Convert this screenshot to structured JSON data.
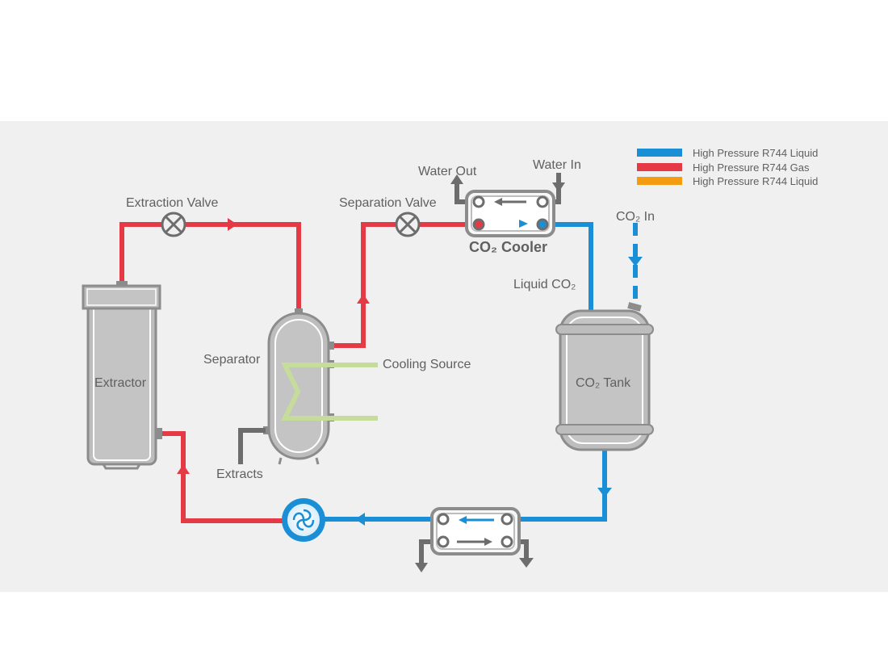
{
  "colors": {
    "liquid": "#1b8fd6",
    "gas": "#e63946",
    "liquid_alt": "#f39c12",
    "cooling": "#c6dc9a",
    "grey_pipe": "#6d6d6d",
    "vessel": "#bdbdbd",
    "panel": "#f0f0f0"
  },
  "legend": [
    {
      "label": "High Pressure R744 Liquid",
      "color": "#1b8fd6"
    },
    {
      "label": "High Pressure R744 Gas",
      "color": "#e63946"
    },
    {
      "label": "High Pressure R744 Liquid",
      "color": "#f39c12"
    }
  ],
  "labels": {
    "extraction_valve": "Extraction Valve",
    "separation_valve": "Separation Valve",
    "water_out": "Water Out",
    "water_in": "Water In",
    "co2_cooler": "CO₂ Cooler",
    "co2_in": "CO₂ In",
    "liquid_co2": "Liquid CO₂",
    "extractor": "Extractor",
    "separator": "Separator",
    "cooling_source": "Cooling Source",
    "co2_tank": "CO₂ Tank",
    "extracts": "Extracts"
  },
  "icons": {
    "valve": "valve-icon",
    "pump": "pump-icon",
    "flow_arrow": "flow-arrow-icon"
  }
}
